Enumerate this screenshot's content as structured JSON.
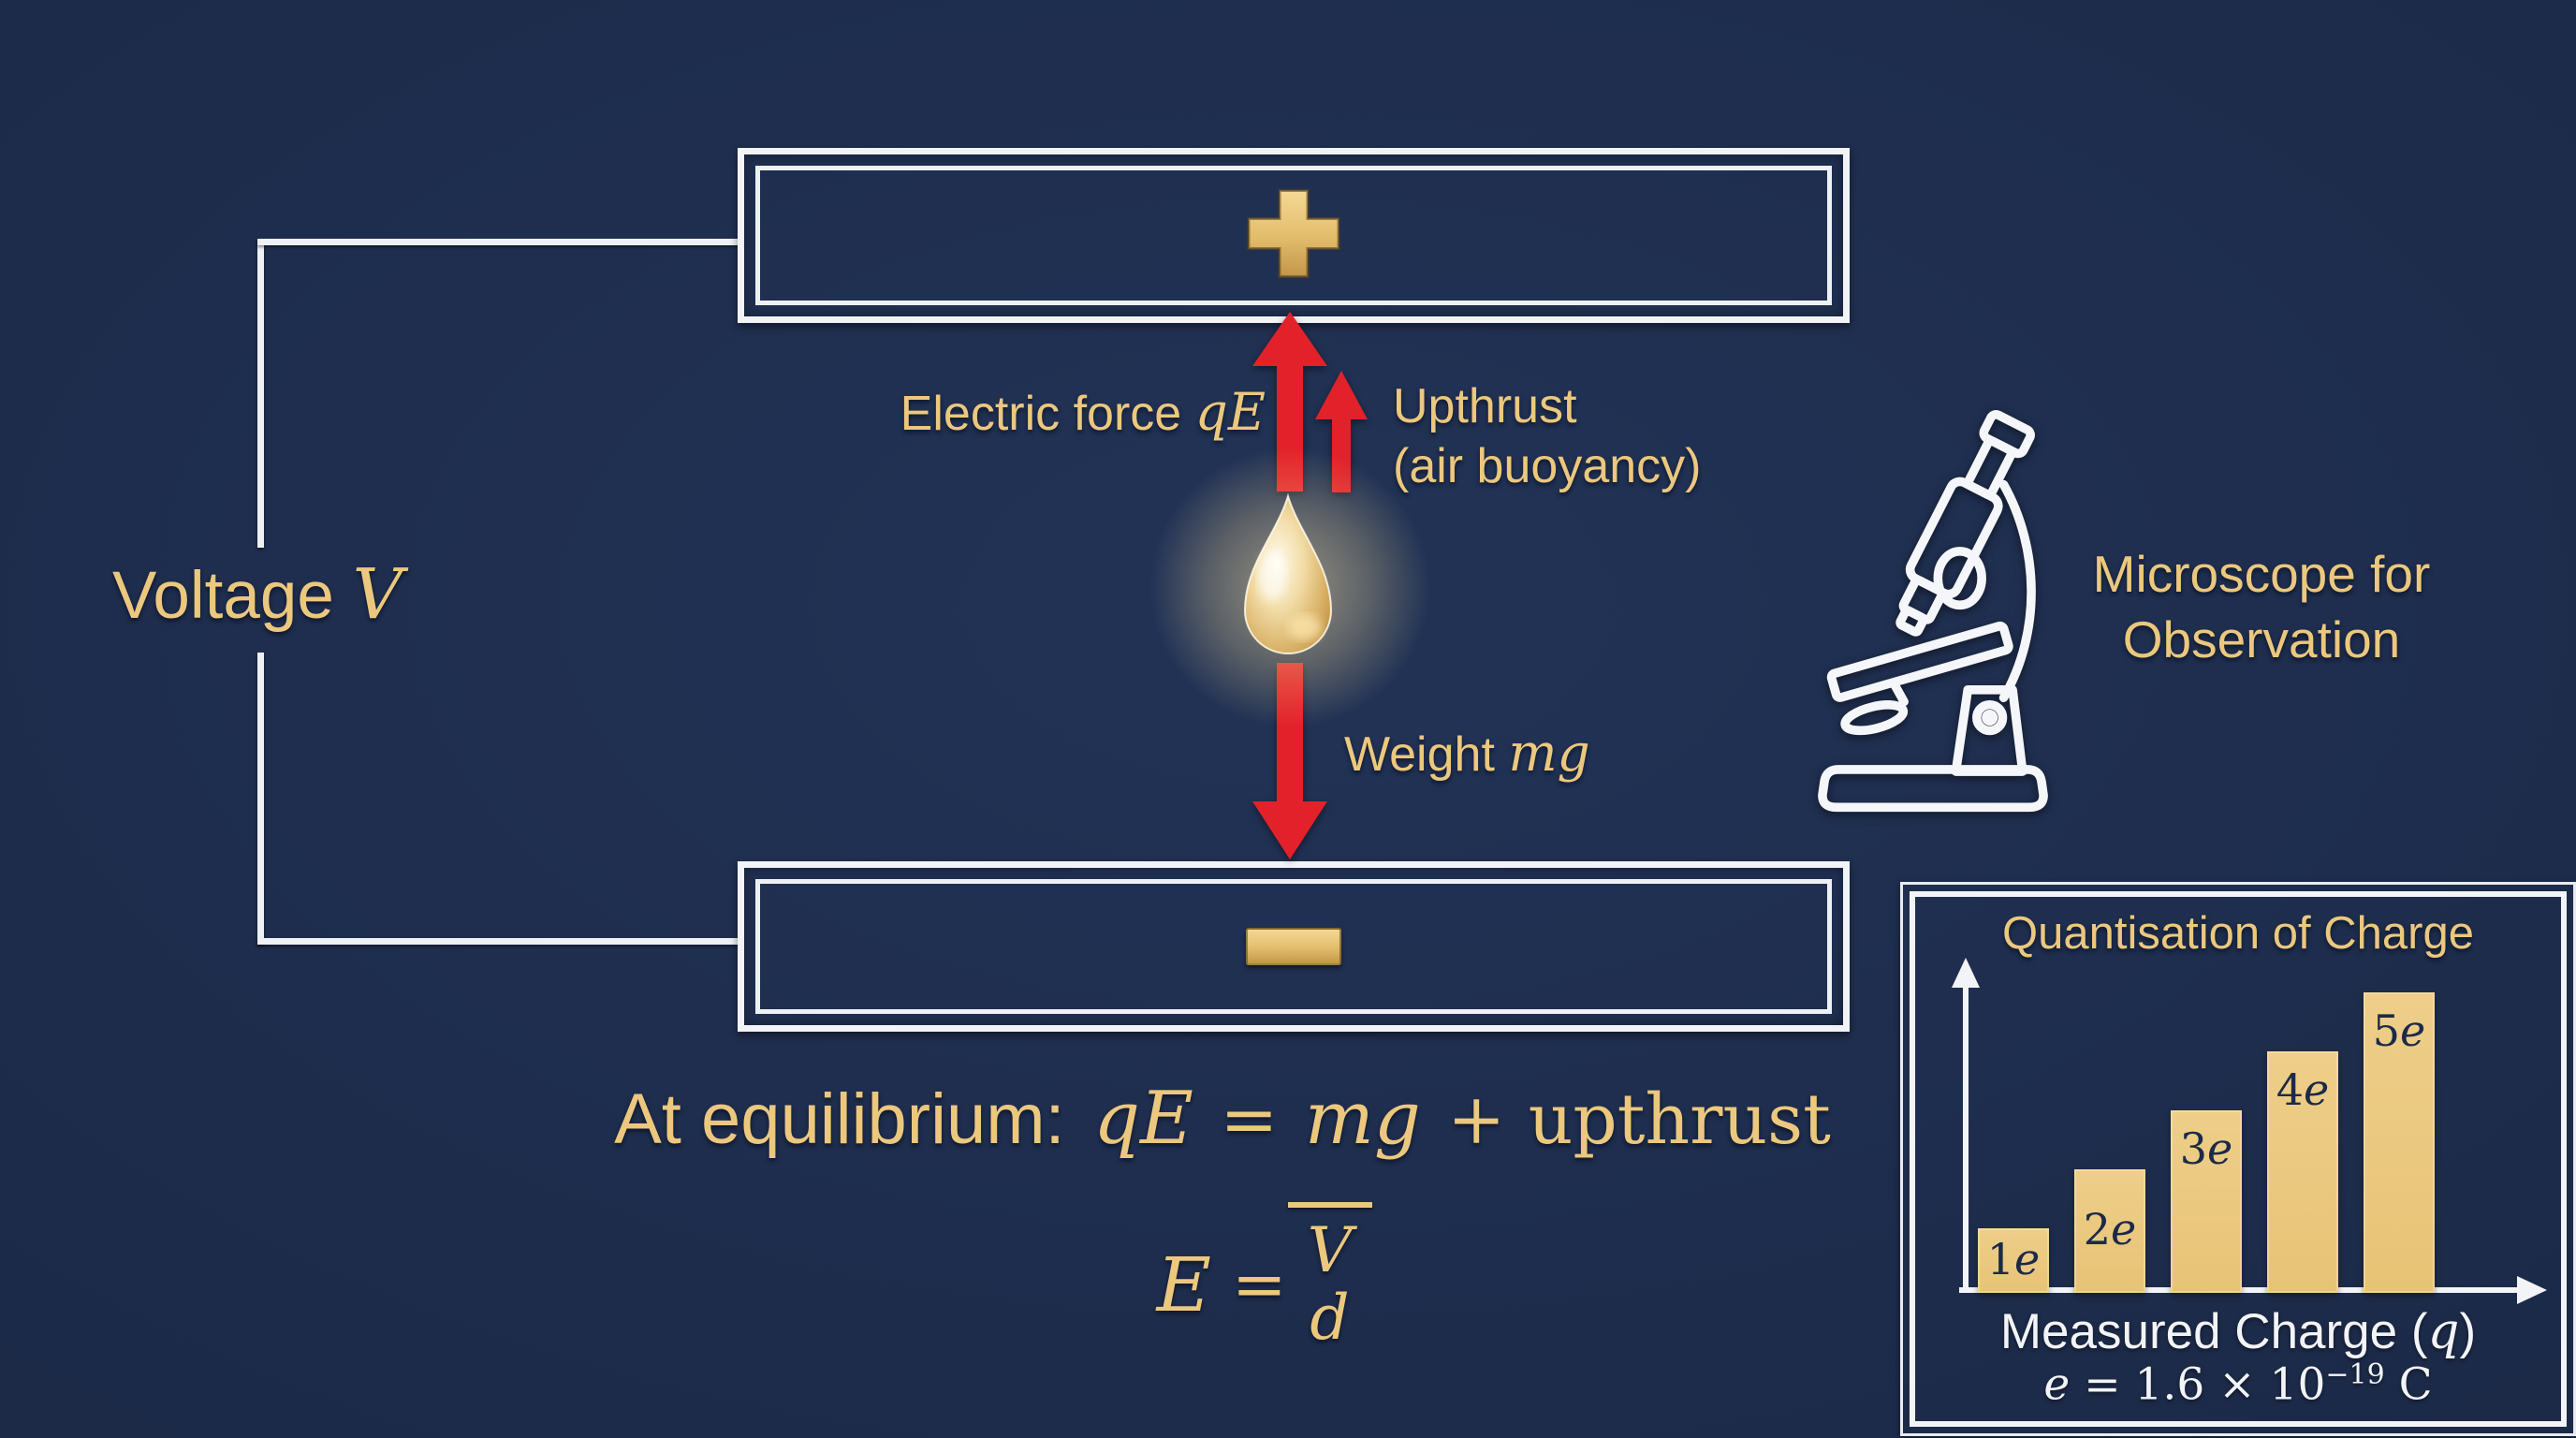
{
  "palette": {
    "background_navy": "#1d2b4a",
    "gold_text": "#ecc87e",
    "bar_gold": "#e9c77d",
    "arrow_red": "#e2212a",
    "line_white": "#f2f4f7",
    "bar_label_navy": "#1c2a49"
  },
  "voltage": {
    "word": "Voltage",
    "symbol": "V"
  },
  "plates": {
    "top_sign": "+",
    "bottom_sign": "−"
  },
  "forces": {
    "electric": {
      "label": "Electric force",
      "symbol": "qE"
    },
    "upthrust": {
      "line1": "Upthrust",
      "line2": "(air buoyancy)"
    },
    "weight": {
      "label": "Weight",
      "symbol": "mg"
    }
  },
  "microscope": {
    "caption_line1": "Microscope for",
    "caption_line2": "Observation"
  },
  "equations": {
    "equilibrium": {
      "prefix": "At equilibrium:",
      "lhs": "qE",
      "equals": "=",
      "term1": "mg",
      "plus": "+",
      "term2": "upthrust"
    },
    "field": {
      "lhs": "E",
      "equals": "=",
      "numerator": "V",
      "denominator": "d"
    }
  },
  "chart_data": {
    "type": "bar",
    "title": "Quantisation of Charge",
    "categories": [
      "1e",
      "2e",
      "3e",
      "4e",
      "5e"
    ],
    "values": [
      1,
      2,
      3,
      4,
      5
    ],
    "value_unit": "e",
    "xlabel": "Measured Charge (q)",
    "ylabel": "",
    "annotation": "e = 1.6 × 10⁻¹⁹ C",
    "legend": false,
    "grid": false,
    "axis_arrows": true,
    "bar_color": "#e9c77d",
    "xlabel_prefix": "Measured Charge (",
    "xlabel_symbol": "q",
    "xlabel_suffix": ")",
    "annotation_symbol": "e",
    "annotation_equals": "=",
    "annotation_value": "1.6 × 10",
    "annotation_exponent": "−19",
    "annotation_unit": "C"
  }
}
